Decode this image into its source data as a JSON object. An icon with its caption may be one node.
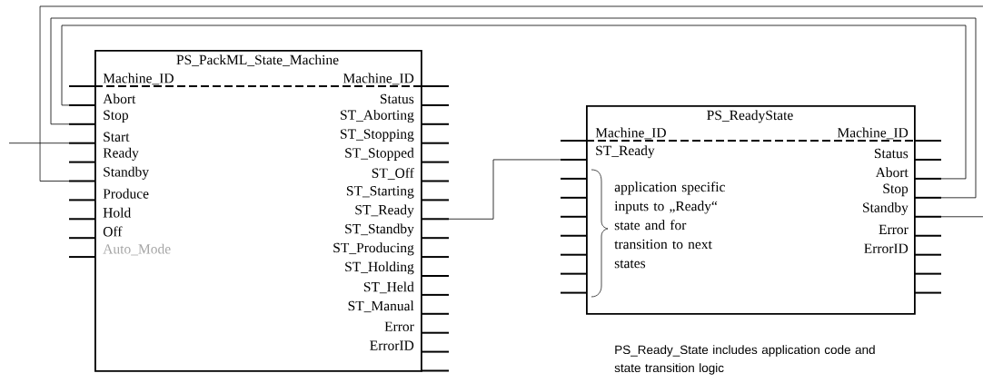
{
  "diagram": {
    "nodes": [
      {
        "text": [
          "PS_PackML_State_Machine"
        ]
      },
      {
        "text": [
          "Machine_ID"
        ]
      },
      {
        "text": [
          "Abort"
        ]
      },
      {
        "text": [
          "Stop"
        ]
      },
      {
        "text": [
          "Start"
        ]
      },
      {
        "text": [
          "Ready"
        ]
      },
      {
        "text": [
          "Standby"
        ]
      },
      {
        "text": [
          "Produce"
        ]
      },
      {
        "text": [
          "Hold"
        ]
      },
      {
        "text": [
          "Off"
        ]
      },
      {
        "text": [
          "Auto_Mode"
        ]
      },
      {
        "text": [
          "Machine_ID"
        ]
      },
      {
        "text": [
          "Status"
        ]
      },
      {
        "text": [
          "ST_Aborting"
        ]
      },
      {
        "text": [
          "ST_Stopping"
        ]
      },
      {
        "text": [
          "ST_Stopped"
        ]
      },
      {
        "text": [
          "ST_Off"
        ]
      },
      {
        "text": [
          "ST_Starting"
        ]
      },
      {
        "text": [
          "ST_Ready"
        ]
      },
      {
        "text": [
          "ST_Standby"
        ]
      },
      {
        "text": [
          "ST_Producing"
        ]
      },
      {
        "text": [
          "ST_Holding"
        ]
      },
      {
        "text": [
          "ST_Held"
        ]
      },
      {
        "text": [
          "ST_Manual"
        ]
      },
      {
        "text": [
          "Error"
        ]
      },
      {
        "text": [
          "ErrorID"
        ]
      },
      {
        "text": [
          "PS_ReadyState"
        ]
      },
      {
        "text": [
          "Machine_ID"
        ]
      },
      {
        "text": [
          "ST_Ready"
        ]
      },
      {
        "text": [
          "Machine_ID"
        ]
      },
      {
        "text": [
          "Status"
        ]
      },
      {
        "text": [
          "Abort"
        ]
      },
      {
        "text": [
          "Stop"
        ]
      },
      {
        "text": [
          "Standby"
        ]
      },
      {
        "text": [
          "Error"
        ]
      },
      {
        "text": [
          "ErrorID"
        ]
      }
    ],
    "edges": [
      {
        "from": 31,
        "to": 2,
        "arrow": "none"
      },
      {
        "from": 32,
        "to": 3,
        "arrow": "none"
      },
      {
        "from": null,
        "to": 6,
        "arrow": "none"
      },
      {
        "from": 33,
        "to": null,
        "arrow": "none"
      },
      {
        "from": null,
        "to": 4,
        "arrow": "none"
      },
      {
        "from": 18,
        "to": 28,
        "arrow": "none"
      }
    ],
    "labels": [
      "application specific inputs to „Ready“ state and for transition to next states",
      "PS_Ready_State includes application code and state transition logic"
    ]
  }
}
